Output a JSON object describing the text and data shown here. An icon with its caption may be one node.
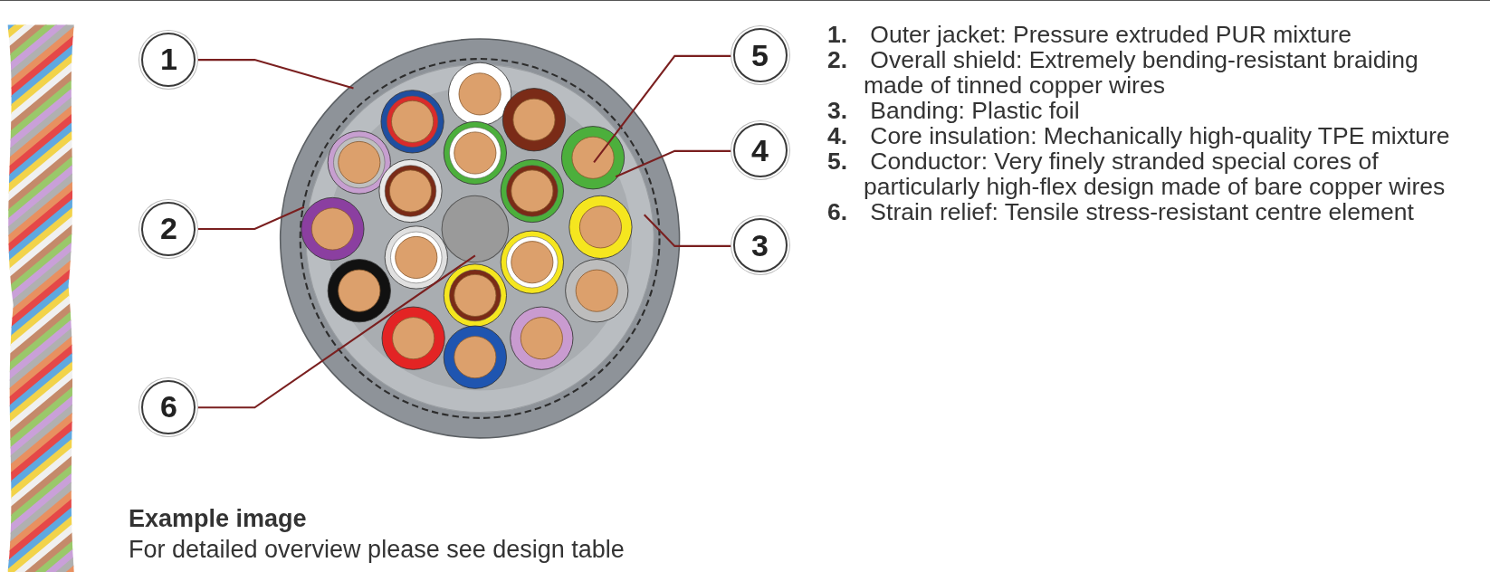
{
  "diagram": {
    "nodes": [
      {
        "text": [
          "1"
        ]
      },
      {
        "text": [
          "2"
        ]
      },
      {
        "text": [
          "3"
        ]
      },
      {
        "text": [
          "4"
        ]
      },
      {
        "text": [
          "5"
        ]
      },
      {
        "text": [
          "6"
        ]
      },
      {
        "text": [],
        "shape": "circle"
      },
      {
        "text": [],
        "shape": "circle",
        "in": 6
      },
      {
        "text": [],
        "shape": "circle",
        "in": 6
      },
      {
        "text": [],
        "shape": "circle",
        "in": 8
      },
      {
        "text": [],
        "shape": "circle",
        "in": 9
      },
      {
        "text": [],
        "shape": "circle",
        "in": 8
      }
    ],
    "edges": [
      {
        "from": 0,
        "to": 6,
        "arrow": "none"
      },
      {
        "from": 1,
        "to": 7,
        "arrow": "none"
      },
      {
        "from": 2,
        "to": 8,
        "arrow": "none"
      },
      {
        "from": 3,
        "to": 9,
        "arrow": "none"
      },
      {
        "from": 4,
        "to": 10,
        "arrow": "none"
      },
      {
        "from": 5,
        "to": 11,
        "arrow": "none"
      }
    ],
    "labels": [
      "**1.** Outer jacket: Pressure extruded PUR mixture",
      "**2.** Overall shield: Extremely bending-resistant braiding made of tinned copper wires",
      "**3.** Banding: Plastic foil",
      "**4.** Core insulation: Mechanically high-quality TPE mixture",
      "**5.** Conductor: Very finely stranded special cores of particularly high-flex design made of bare copper wires",
      "**6.** Strain relief: Tensile stress-resistant centre element",
      "Example image",
      "For detailed overview please see design table"
    ]
  }
}
